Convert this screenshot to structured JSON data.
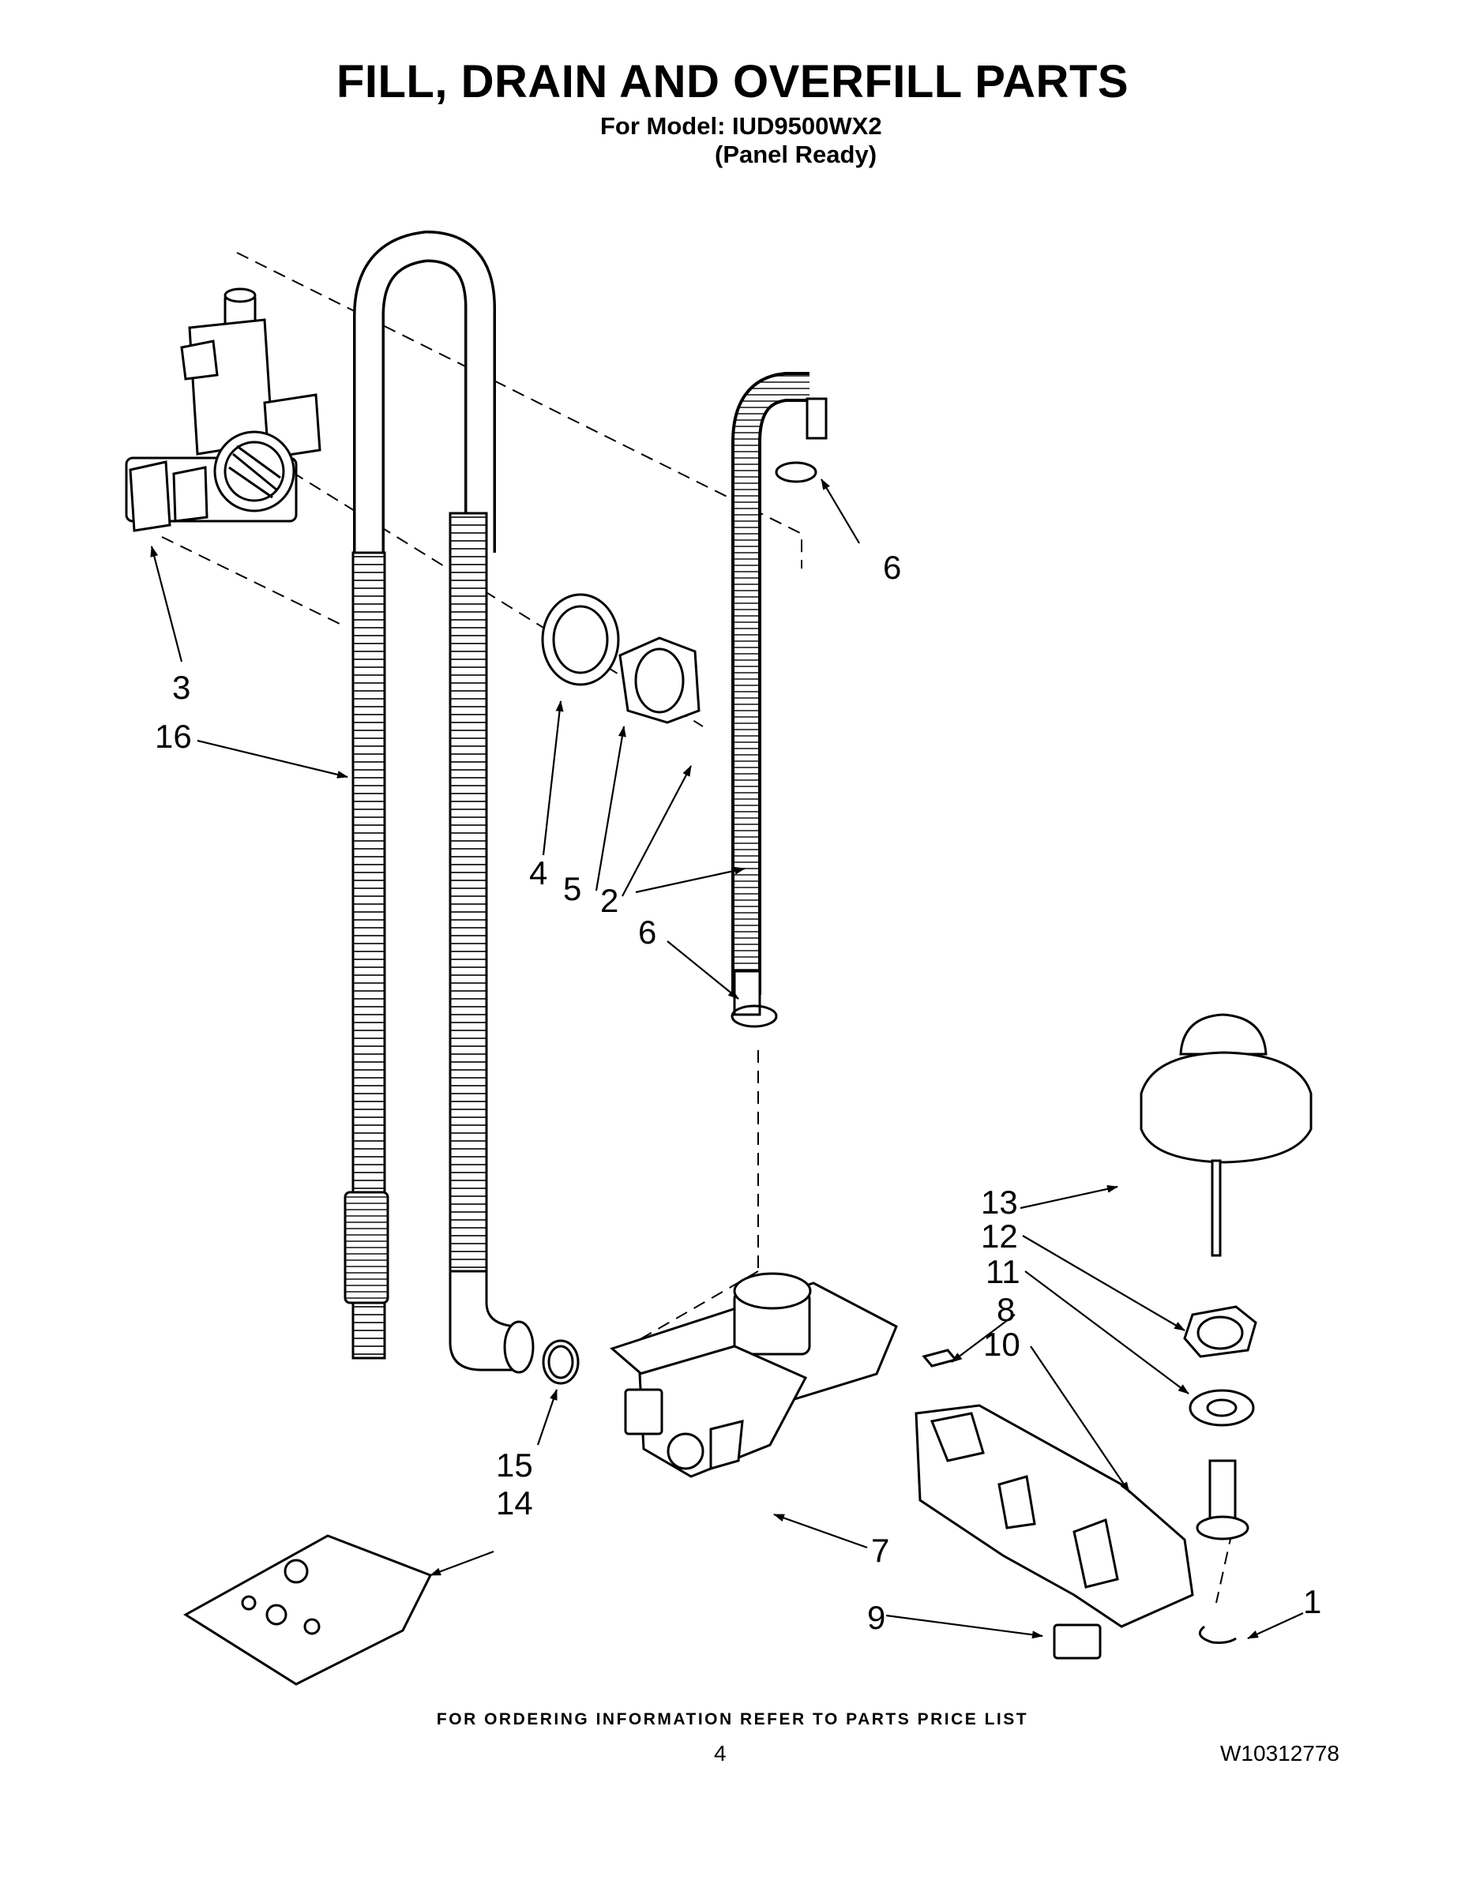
{
  "header": {
    "title": "FILL, DRAIN AND OVERFILL PARTS",
    "model_line": "For Model: IUD9500WX2",
    "variant_line": "(Panel Ready)"
  },
  "callouts": {
    "c1": "1",
    "c2": "2",
    "c3": "3",
    "c4": "4",
    "c5": "5",
    "c6a": "6",
    "c6b": "6",
    "c7": "7",
    "c8": "8",
    "c9": "9",
    "c10": "10",
    "c11": "11",
    "c12": "12",
    "c13": "13",
    "c14": "14",
    "c15": "15",
    "c16": "16"
  },
  "footer": {
    "ordering_note": "FOR ORDERING INFORMATION REFER TO PARTS PRICE LIST",
    "page_number": "4",
    "document_number": "W10312778"
  }
}
